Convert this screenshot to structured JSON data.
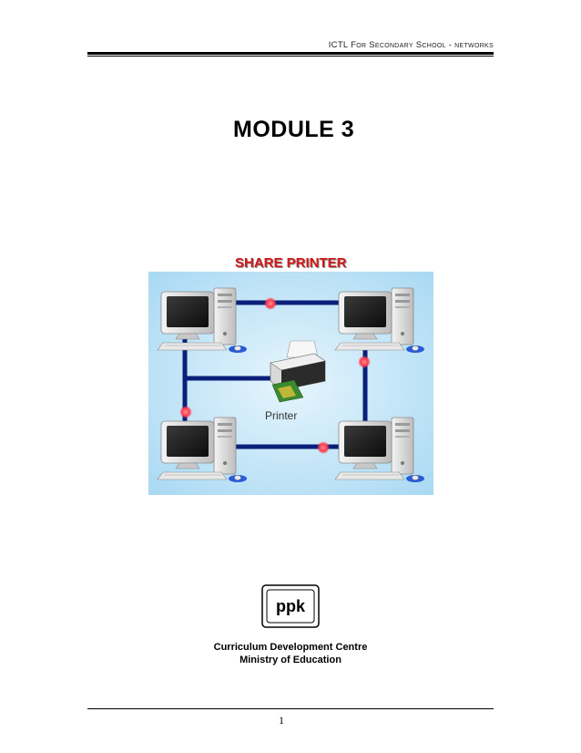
{
  "header": {
    "running_title": "ICTL For Secondary School - networks"
  },
  "module": {
    "title": "MODULE 3"
  },
  "figure": {
    "title": "SHARE PRINTER",
    "printer_label": "Printer",
    "colors": {
      "background": "#b9e2f7",
      "network_line": "#0a1f7a",
      "node_dot": "#ff3b4d"
    }
  },
  "publisher": {
    "logo_icon": "ppk-logo",
    "logo_text": "ppk",
    "line1": "Curriculum Development Centre",
    "line2": "Ministry of Education"
  },
  "footer": {
    "page_number": "1"
  }
}
